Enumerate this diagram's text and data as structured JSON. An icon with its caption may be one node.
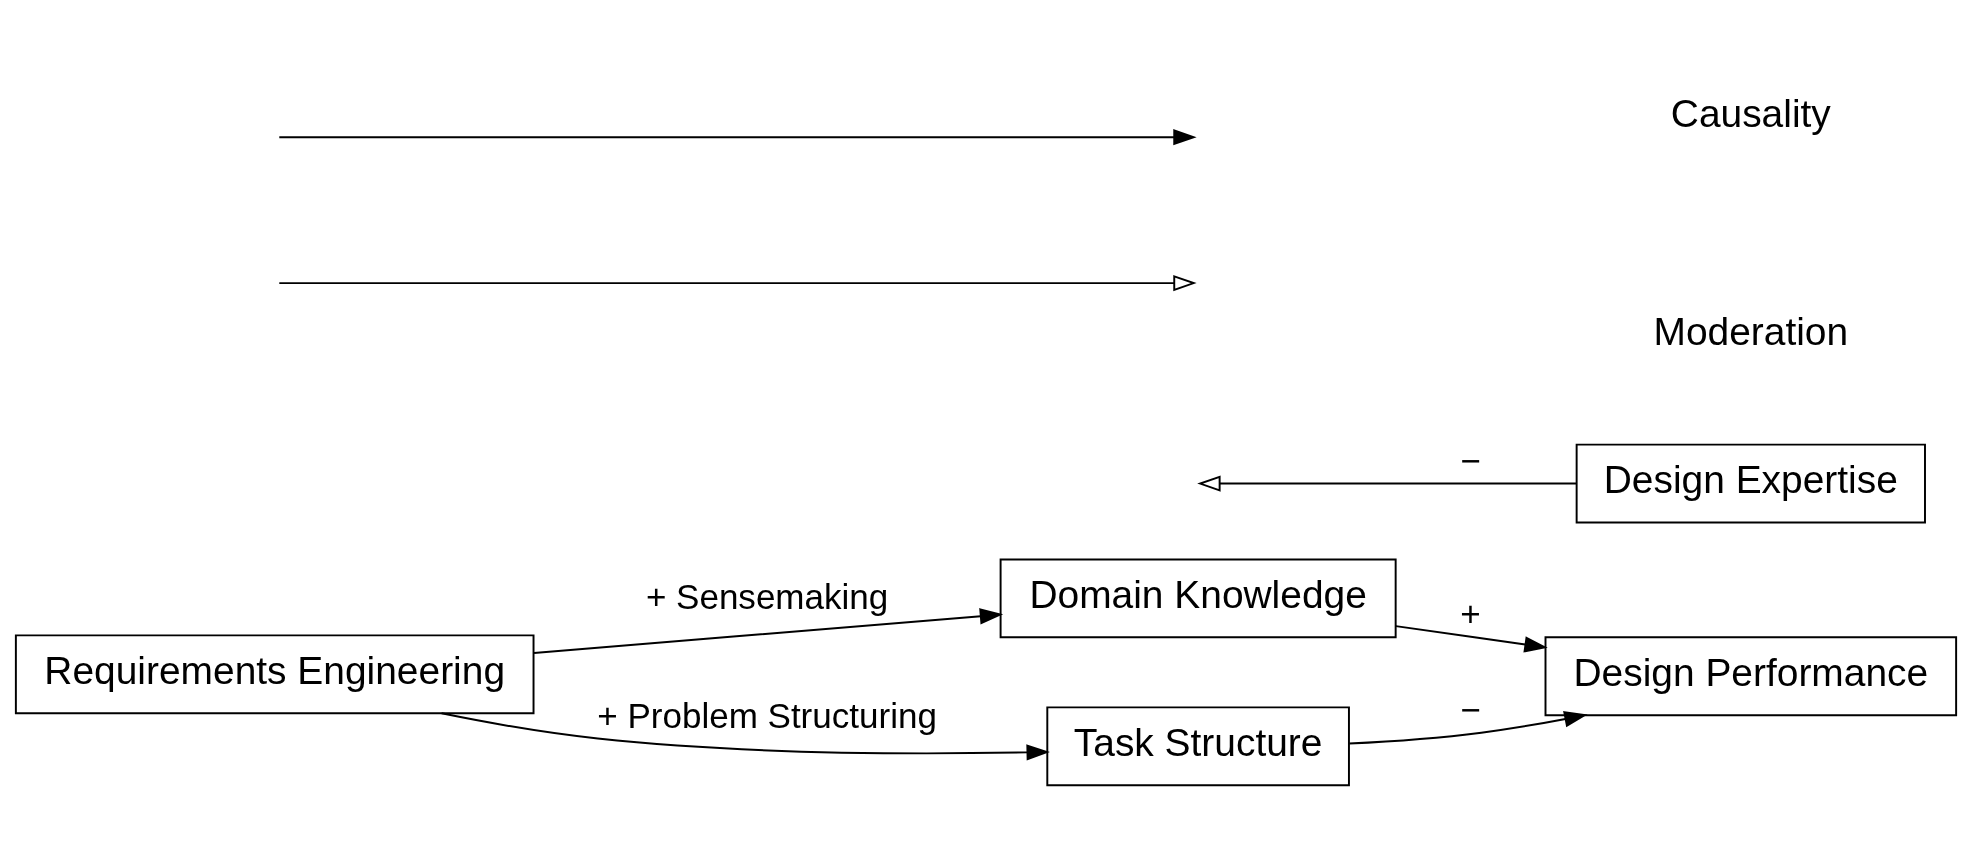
{
  "diagram": {
    "nodes": [
      {
        "text": [
          "Requirements Engineering"
        ]
      },
      {
        "text": [
          "Domain Knowledge"
        ]
      },
      {
        "text": [
          "Task Structure"
        ]
      },
      {
        "text": [
          "Design Performance"
        ]
      },
      {
        "text": [
          "Design Expertise"
        ]
      }
    ],
    "edges": [
      {
        "from": 0,
        "to": 1,
        "arrow": "to",
        "label": "+ Sensemaking"
      },
      {
        "from": 0,
        "to": 2,
        "arrow": "to",
        "label": "+ Problem Structuring"
      },
      {
        "from": 1,
        "to": 3,
        "arrow": "to",
        "label": "+"
      },
      {
        "from": 2,
        "to": 3,
        "arrow": "to",
        "label": "−"
      },
      {
        "from": 4,
        "to": null,
        "arrow": "to",
        "label": "−"
      }
    ],
    "legend": [
      {
        "text": "Causality"
      },
      {
        "text": "Moderation"
      }
    ]
  }
}
